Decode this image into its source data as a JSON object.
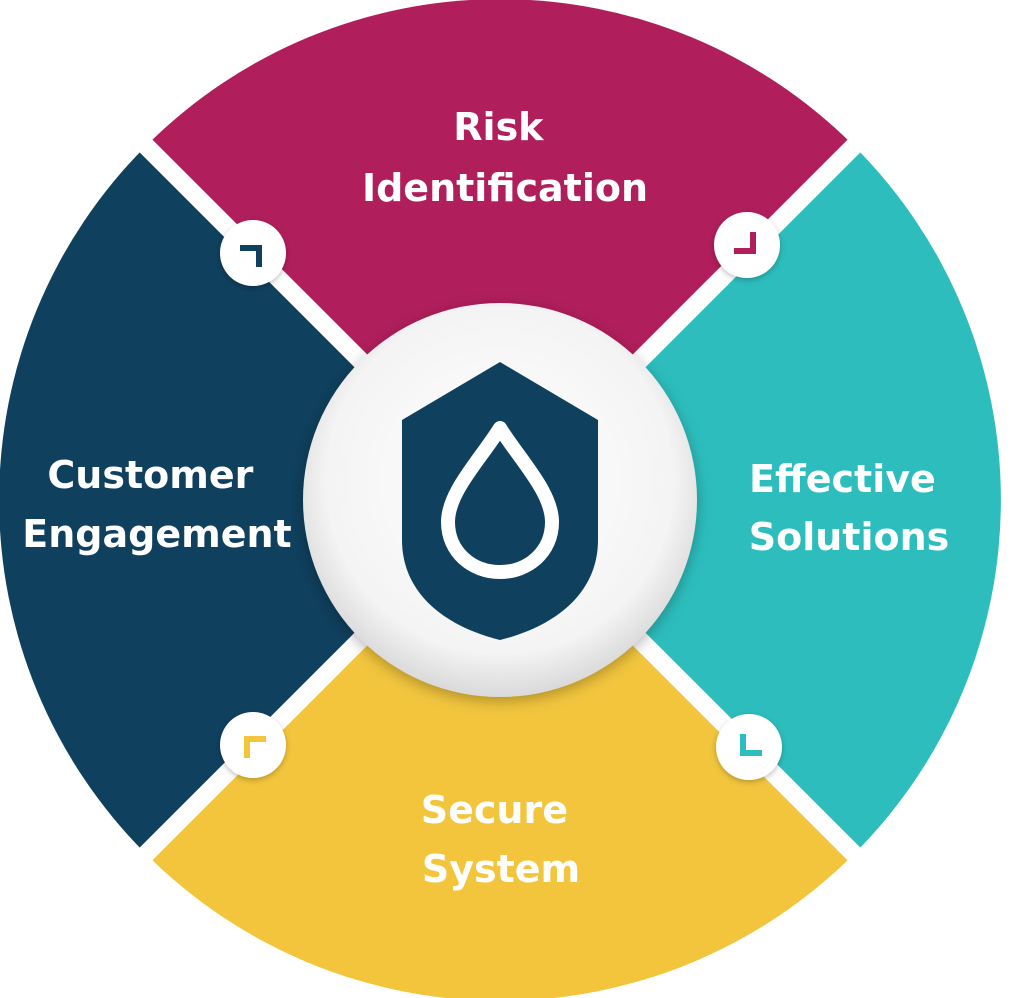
{
  "diagram": {
    "center_icon": "shield-water-drop-icon",
    "segments": [
      {
        "id": "top",
        "lines": [
          "Risk",
          "Identification"
        ],
        "color": "#B01E5C"
      },
      {
        "id": "right",
        "lines": [
          "Effective",
          "Solutions"
        ],
        "color": "#2DBDBD"
      },
      {
        "id": "bottom",
        "lines": [
          "Secure",
          "System"
        ],
        "color": "#F2C53D"
      },
      {
        "id": "left",
        "lines": [
          "Customer",
          "Engagement"
        ],
        "color": "#0F405E"
      }
    ],
    "connectors": [
      {
        "id": "top-left",
        "icon": "chevron-icon",
        "color": "#0F405E"
      },
      {
        "id": "top-right",
        "icon": "chevron-icon",
        "color": "#B01E5C"
      },
      {
        "id": "bottom-right",
        "icon": "chevron-icon",
        "color": "#2DBDBD"
      },
      {
        "id": "bottom-left",
        "icon": "chevron-icon",
        "color": "#F2C53D"
      }
    ],
    "colors": {
      "divider": "#ffffff",
      "center_fill": "#ffffff",
      "shield": "#0F405E"
    }
  }
}
